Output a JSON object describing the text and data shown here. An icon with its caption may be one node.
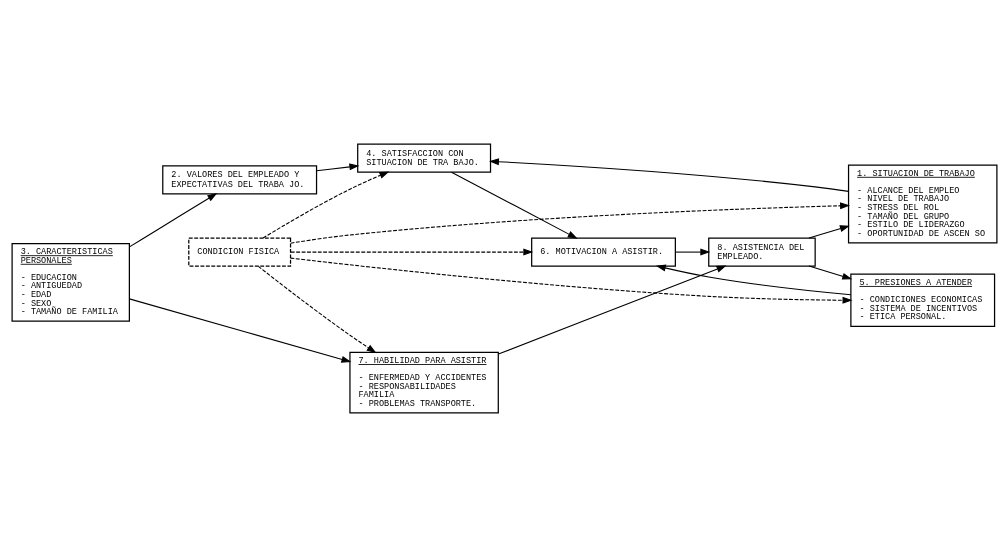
{
  "diagram": {
    "nodes": [
      {
        "text": [
          "3. CARACTERISTICAS PERSONALES",
          "- EDUCACION",
          "- ANTIGUEDAD",
          "- EDAD",
          "- SEXO",
          "- TAMAÑO DE FAMILIA"
        ]
      },
      {
        "text": [
          "2. VALORES DEL EMPLEADO Y EXPECTATIVAS DEL TRABA JO."
        ]
      },
      {
        "text": [
          "7. HABILIDAD PARA ASISTIR",
          "- ENFERMEDAD Y ACCIDENTES",
          "- RESPONSABILIDADES FAMILIA",
          "- PROBLEMAS TRANSPORTE."
        ]
      },
      {
        "text": [
          "1. SITUACION DE TRABAJO",
          "- ALCANCE DEL EMPLEO",
          "- NIVEL DE TRABAJO",
          "- STRESS DEL ROL",
          "- TAMAÑO DEL GRUPO",
          "- ESTILO DE LIDERAZGO",
          "- OPORTUNIDAD DE ASCEN SO"
        ]
      },
      {
        "text": [
          "CONDICION FISICA"
        ]
      },
      {
        "text": [
          "4. SATISFACCION CON SITUACION DE TRA BAJO."
        ]
      },
      {
        "text": [
          "6. MOTIVACION A ASISTIR."
        ]
      },
      {
        "text": [
          "8. ASISTENCIA DEL EMPLEADO."
        ]
      },
      {
        "text": [
          "5. PRESIONES A ATENDER",
          "- CONDICIONES ECONOMICAS",
          "- SISTEMA DE INCENTIVOS",
          "- ETICA PERSONAL."
        ]
      }
    ],
    "edges": [
      {
        "from": 0,
        "to": 1,
        "arrow": "to"
      },
      {
        "from": 0,
        "to": 2,
        "arrow": "to"
      },
      {
        "from": 1,
        "to": 5,
        "arrow": "to"
      },
      {
        "from": 3,
        "to": 5,
        "arrow": "to"
      },
      {
        "from": 4,
        "to": 2,
        "arrow": "to",
        "style": "dashed"
      },
      {
        "from": 4,
        "to": 6,
        "arrow": "to",
        "style": "dashed"
      },
      {
        "from": 4,
        "to": 5,
        "arrow": "to",
        "style": "dashed"
      },
      {
        "from": 4,
        "to": 3,
        "arrow": "to",
        "style": "dashed"
      },
      {
        "from": 4,
        "to": 8,
        "arrow": "to",
        "style": "dashed"
      },
      {
        "from": 5,
        "to": 6,
        "arrow": "to"
      },
      {
        "from": 8,
        "to": 6,
        "arrow": "to"
      },
      {
        "from": 6,
        "to": 7,
        "arrow": "to"
      },
      {
        "from": 2,
        "to": 7,
        "arrow": "to"
      },
      {
        "from": 7,
        "to": 3,
        "arrow": "to"
      },
      {
        "from": 7,
        "to": 8,
        "arrow": "to"
      }
    ]
  }
}
